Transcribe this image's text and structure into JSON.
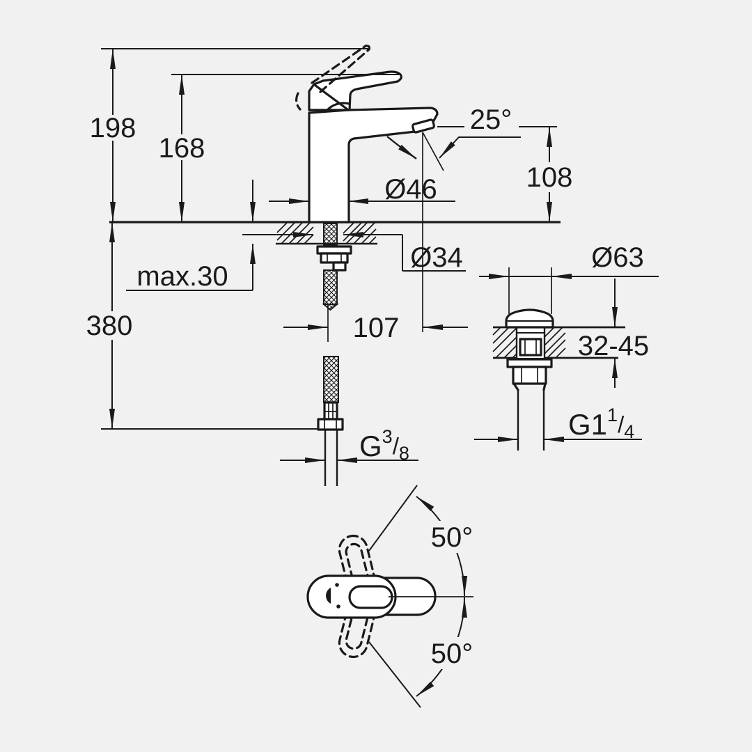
{
  "title": "Single-lever basin mixer technical dimension drawing",
  "colors": {
    "background": "#f1f1f1",
    "line": "#1a1a1a"
  },
  "side_view": {
    "height_overall": "198",
    "height_to_handle": "168",
    "spout_angle": "25°",
    "outlet_height": "108",
    "body_diameter": "Ø46",
    "hole_diameter": "Ø34",
    "counter_thickness_max": "max.30",
    "supply_length": "380",
    "spout_reach": "107",
    "supply_thread": {
      "main": "G",
      "sup": "3",
      "slash": "/",
      "sub": "8"
    }
  },
  "drain_view": {
    "flange_diameter": "Ø63",
    "counter_thickness_range": "32-45",
    "waste_thread": {
      "main": "G1",
      "sup": "1",
      "slash": "/",
      "sub": "4"
    }
  },
  "plan_view": {
    "handle_swivel_upper": "50°",
    "handle_swivel_lower": "50°"
  }
}
